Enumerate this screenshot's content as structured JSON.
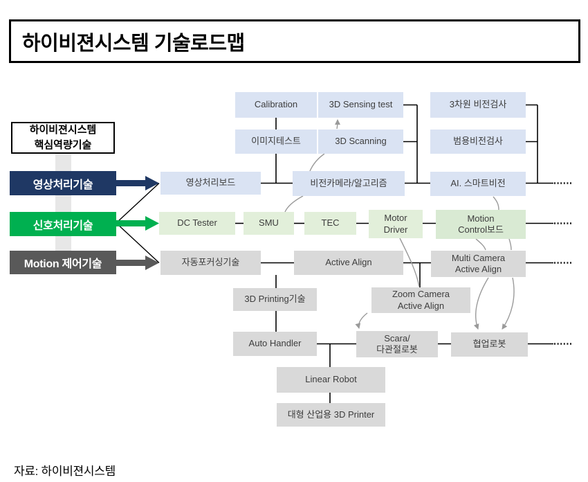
{
  "title": "하이비젼시스템 기술로드맵",
  "source_note": "자료: 하이비젼시스템",
  "core_competency": {
    "label": "하이비젼시스템\n핵심역량기술"
  },
  "tracks": {
    "video": {
      "label": "영상처리기술"
    },
    "signal": {
      "label": "신호처리기술"
    },
    "motion": {
      "label": "Motion 제어기술"
    }
  },
  "nodes": {
    "calibration": {
      "label": "Calibration"
    },
    "image_test": {
      "label": "이미지테스트"
    },
    "sensing_test": {
      "label": "3D Sensing test"
    },
    "scanning": {
      "label": "3D Scanning"
    },
    "vision_3d": {
      "label": "3차원 비전검사"
    },
    "vision_general": {
      "label": "범용비전검사"
    },
    "video_board": {
      "label": "영상처리보드"
    },
    "vision_camera": {
      "label": "비전카메라/알고리즘"
    },
    "ai_smart_vision": {
      "label": "AI. 스마트비전"
    },
    "dc_tester": {
      "label": "DC Tester"
    },
    "smu": {
      "label": "SMU"
    },
    "tec": {
      "label": "TEC"
    },
    "motor_driver": {
      "label": "Motor\nDriver"
    },
    "motion_control": {
      "label": "Motion\nControl보드"
    },
    "auto_focus": {
      "label": "자동포커싱기술"
    },
    "active_align": {
      "label": "Active Align"
    },
    "multi_camera": {
      "label": "Multi Camera\nActive Align"
    },
    "printing_3d": {
      "label": "3D Printing기술"
    },
    "zoom_camera": {
      "label": "Zoom Camera\nActive Align"
    },
    "auto_handler": {
      "label": "Auto Handler"
    },
    "scara": {
      "label": "Scara/\n다관절로봇"
    },
    "cobot": {
      "label": "협업로봇"
    },
    "linear_robot": {
      "label": "Linear Robot"
    },
    "printer_3d": {
      "label": "대형 산업용 3D Printer"
    }
  },
  "colors": {
    "track_video": "#1f3864",
    "track_signal": "#00b050",
    "track_motion": "#595959",
    "node_blue": "#dae3f3",
    "node_green": "#e2efda",
    "node_green_deep": "#d9ead3",
    "node_gray": "#d9d9d9",
    "band": "#e7e7e7",
    "connector": "#9a9a9a",
    "line": "#000000"
  }
}
